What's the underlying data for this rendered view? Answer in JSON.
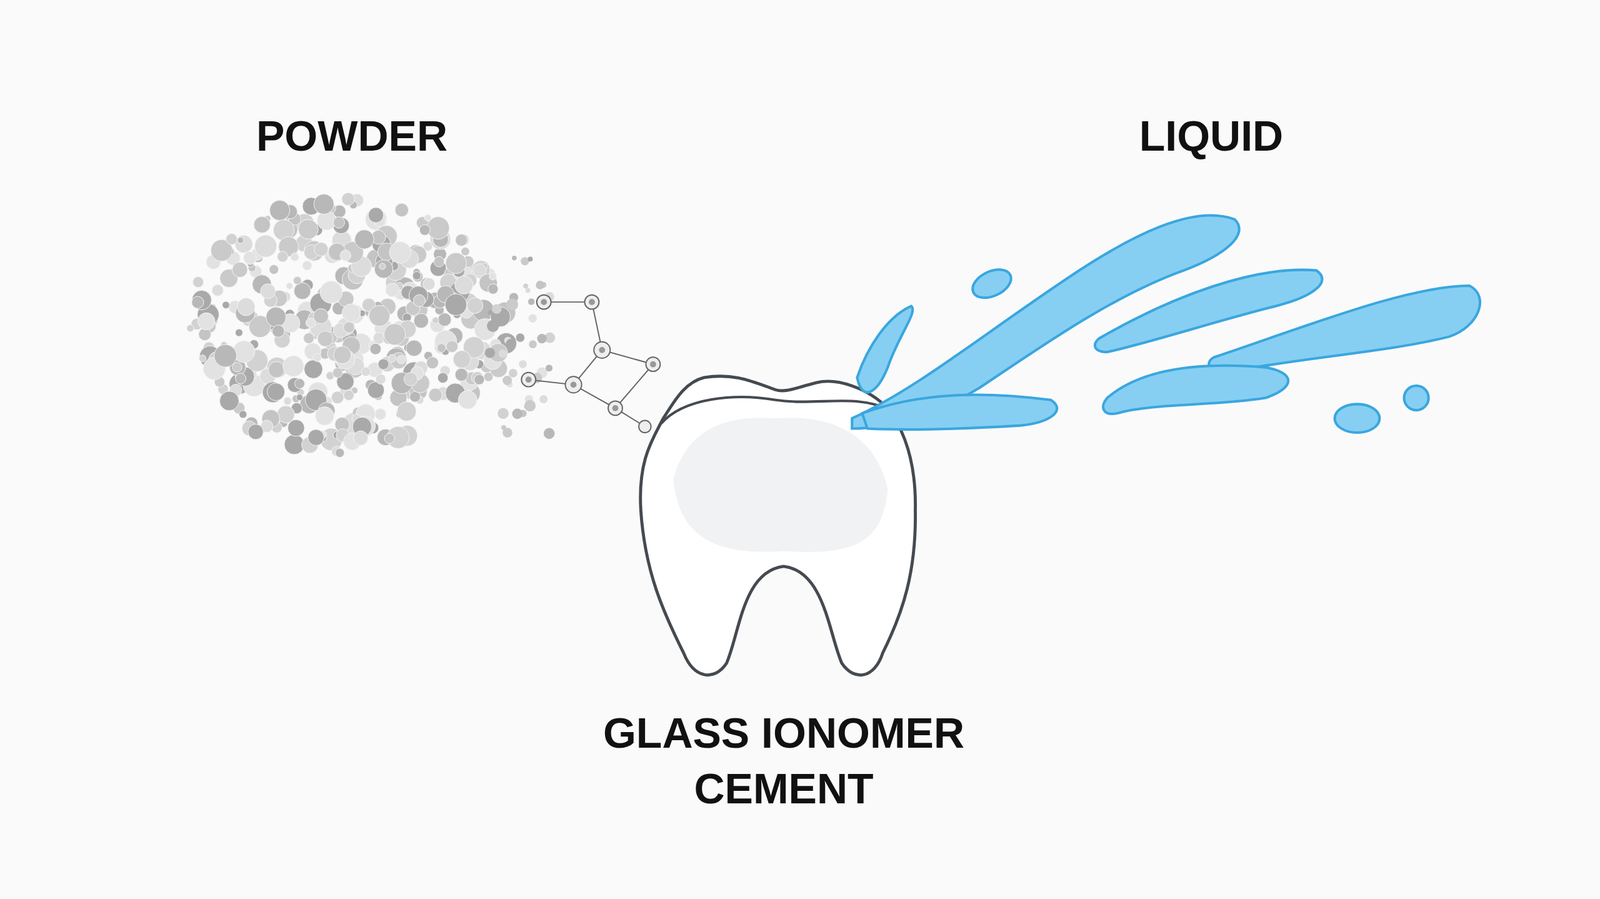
{
  "diagram": {
    "labels": [
      "POWDER",
      "LIQUID",
      "GLASS IONOMER CEMENT"
    ]
  }
}
